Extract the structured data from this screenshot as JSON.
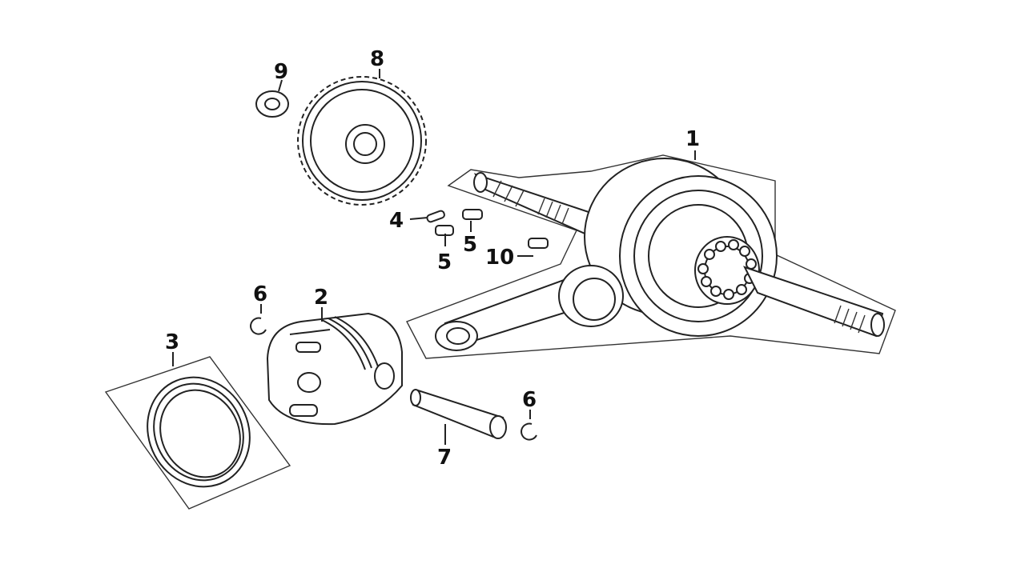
{
  "labels": {
    "crankshaft": "1",
    "piston": "2",
    "piston_rings": "3",
    "key_a": "4",
    "key_b": "5",
    "key_c": "5",
    "circlip_left": "6",
    "circlip_right": "6",
    "piston_pin": "7",
    "gear": "8",
    "washer": "9",
    "key_d": "10"
  },
  "colors": {
    "line": "#222222",
    "background": "#ffffff"
  }
}
